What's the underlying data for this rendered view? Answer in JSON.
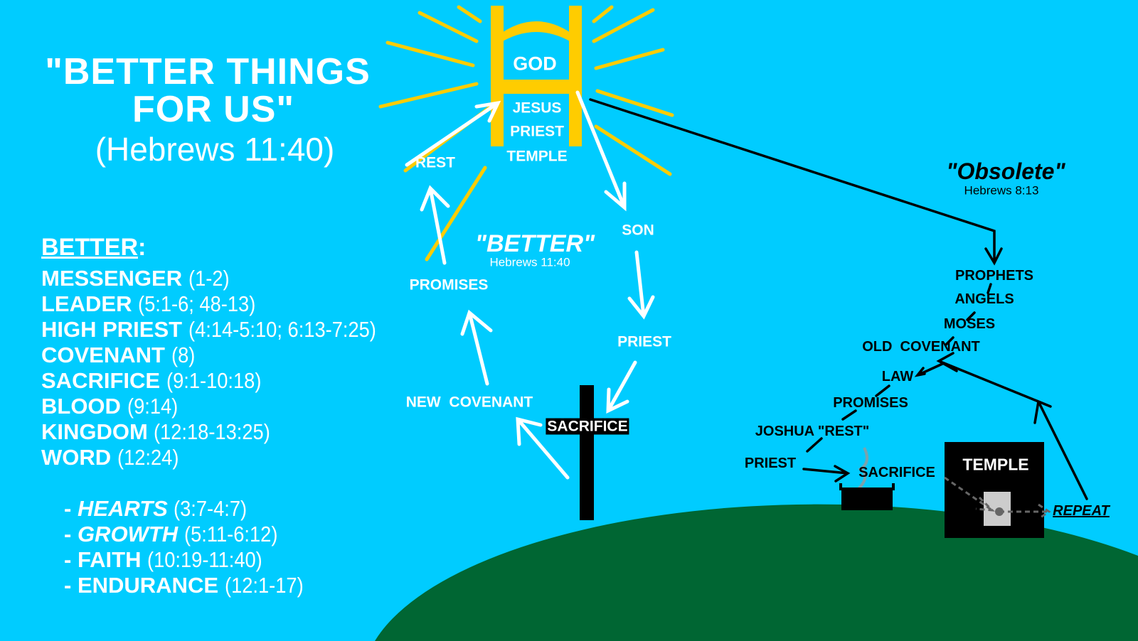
{
  "title": {
    "line1": "\"BETTER THINGS",
    "line2": "FOR US\"",
    "ref": "(Hebrews 11:40)"
  },
  "better_list": {
    "heading": "BETTER",
    "colon": ":",
    "items": [
      {
        "name": "MESSENGER",
        "ref": "(1-2)"
      },
      {
        "name": "LEADER",
        "ref": "(5:1-6; 48-13)"
      },
      {
        "name": "HIGH PRIEST",
        "ref": "(4:14-5:10; 6:13-7:25)"
      },
      {
        "name": "COVENANT",
        "ref": "(8)"
      },
      {
        "name": "SACRIFICE",
        "ref": "(9:1-10:18)"
      },
      {
        "name": "BLOOD",
        "ref": "(9:14)"
      },
      {
        "name": "KINGDOM",
        "ref": "(12:18-13:25)"
      },
      {
        "name": "WORD",
        "ref": "(12:24)"
      }
    ],
    "sub_items": [
      {
        "name": "HEARTS",
        "ref": "(3:7-4:7)"
      },
      {
        "name": "GROWTH",
        "ref": "(5:11-6:12)"
      },
      {
        "name": "FAITH",
        "ref": "(10:19-11:40)"
      },
      {
        "name": "ENDURANCE",
        "ref": "(12:1-17)"
      }
    ]
  },
  "new_cycle": {
    "god": "GOD",
    "jesus": "JESUS",
    "priest_top": "PRIEST",
    "temple": "TEMPLE",
    "rest": "REST",
    "son": "SON",
    "better": "\"BETTER\"",
    "better_ref": "Hebrews 11:40",
    "promises": "PROMISES",
    "priest": "PRIEST",
    "new_covenant": "NEW  COVENANT",
    "sacrifice": "SACRIFICE"
  },
  "old_cycle": {
    "obsolete": "\"Obsolete\"",
    "obsolete_ref": "Hebrews 8:13",
    "prophets": "PROPHETS",
    "angels": "ANGELS",
    "moses": "MOSES",
    "old_covenant": "OLD  COVENANT",
    "law": "LAW",
    "promises": "PROMISES",
    "joshua": "JOSHUA \"REST\"",
    "priest": "PRIEST",
    "sacrifice": "SACRIFICE",
    "temple": "TEMPLE",
    "repeat": "REPEAT"
  },
  "colors": {
    "sky": "#00CCFF",
    "hill": "#006633",
    "gold": "#FFCC00"
  }
}
